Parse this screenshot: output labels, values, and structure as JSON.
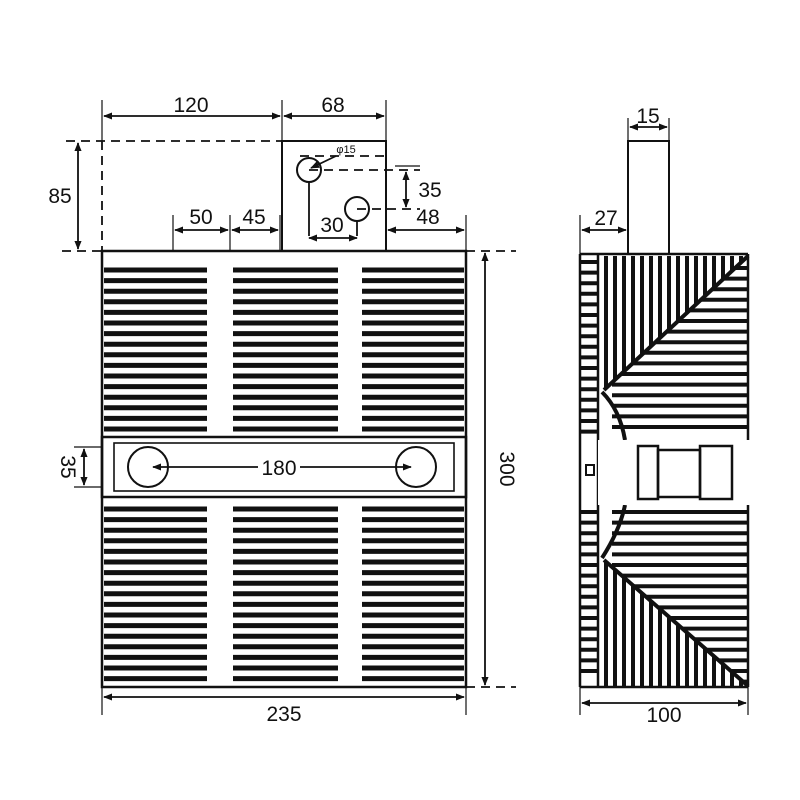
{
  "front_view": {
    "dims": {
      "width_top_left": "120",
      "bracket_width": "68",
      "bracket_height": "85",
      "hole_diameter": "φ15",
      "hole_vertical_spacing": "35",
      "fin_gap_1": "50",
      "fin_gap_2": "45",
      "hole_horizontal_spacing": "30",
      "right_offset": "48",
      "mount_hole_spacing": "180",
      "mount_slot_height": "35",
      "total_height": "300",
      "total_width": "235"
    }
  },
  "side_view": {
    "dims": {
      "post_width": "15",
      "base_offset": "27",
      "total_depth": "100"
    }
  },
  "colors": {
    "line": "#111111",
    "background": "#ffffff"
  }
}
